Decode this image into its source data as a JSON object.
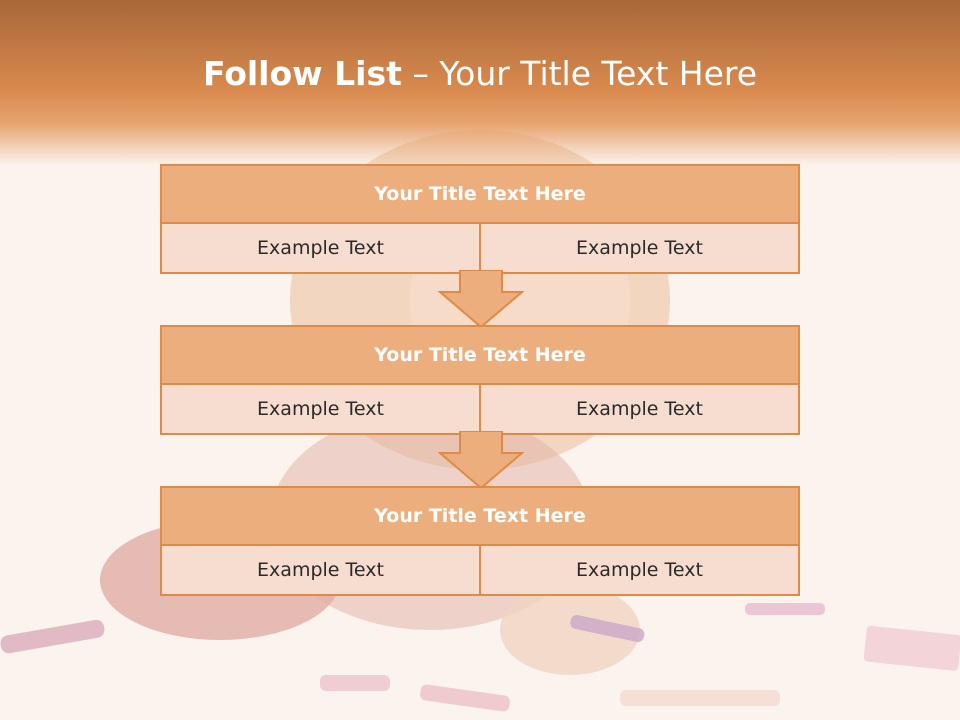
{
  "title": {
    "bold": "Follow List",
    "rest": " – Your Title Text Here"
  },
  "blocks": [
    {
      "title": "Your Title Text Here",
      "left": "Example Text",
      "right": "Example Text"
    },
    {
      "title": "Your Title Text Here",
      "left": "Example Text",
      "right": "Example Text"
    },
    {
      "title": "Your Title Text Here",
      "left": "Example Text",
      "right": "Example Text"
    }
  ],
  "colors": {
    "accent": "#df8a47",
    "header": "#d98a4e",
    "block_title": "#edae7e",
    "cell": "#f6ddd0"
  }
}
